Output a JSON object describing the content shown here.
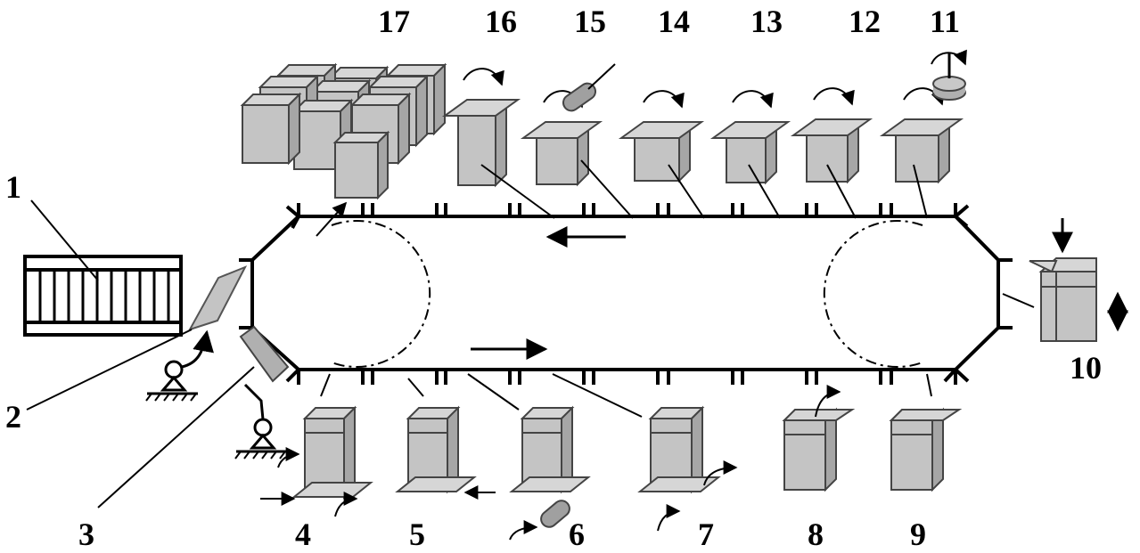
{
  "colors": {
    "box_fill": "#c4c4c4",
    "box_side": "#a6a6a6",
    "box_top": "#d6d6d6",
    "stroke": "#000000",
    "background": "#ffffff"
  },
  "labels": [
    "1",
    "2",
    "3",
    "4",
    "5",
    "6",
    "7",
    "8",
    "9",
    "10",
    "11",
    "12",
    "13",
    "14",
    "15",
    "16",
    "17"
  ],
  "icons": {
    "rotation_arrow": "curved-arrow-icon",
    "direction_arrow": "straight-arrow-icon",
    "roller": "roller-icon",
    "robot": "robot-arm-icon"
  }
}
